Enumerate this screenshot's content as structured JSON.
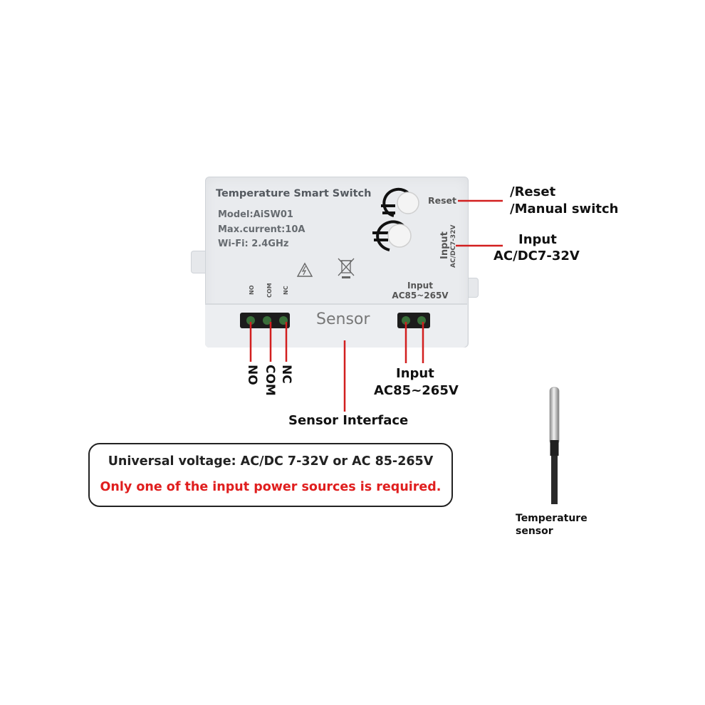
{
  "device": {
    "title": "Temperature Smart Switch",
    "model": "Model:AiSW01",
    "max_current": "Max.current:10A",
    "wifi": "Wi-Fi: 2.4GHz",
    "reset_label": "Reset",
    "dc_input_title": "Input",
    "dc_input_value": "AC/DC7-32V",
    "ac_input_title": "Input",
    "ac_input_value": "AC85~265V",
    "sensor_label": "Sensor",
    "terminal_labels": [
      "NO",
      "COM",
      "NC"
    ]
  },
  "callouts": {
    "reset_line1": "/Reset",
    "reset_line2": "/Manual switch",
    "dc_input_line1": "Input",
    "dc_input_line2": "AC/DC7-32V",
    "terminals": [
      "NO",
      "COM",
      "NC"
    ],
    "ac_input_line1": "Input",
    "ac_input_line2": "AC85~265V",
    "sensor_interface": "Sensor Interface"
  },
  "notice": {
    "line1": "Universal voltage: AC/DC 7-32V or AC 85-265V",
    "line2": "Only one of the input power sources is required."
  },
  "probe": {
    "label_line1": "Temperature",
    "label_line2": "sensor"
  },
  "colors": {
    "callout_line": "#d21f1f",
    "notice_warning": "#e01e1e",
    "device_body": "#e9ebee"
  }
}
